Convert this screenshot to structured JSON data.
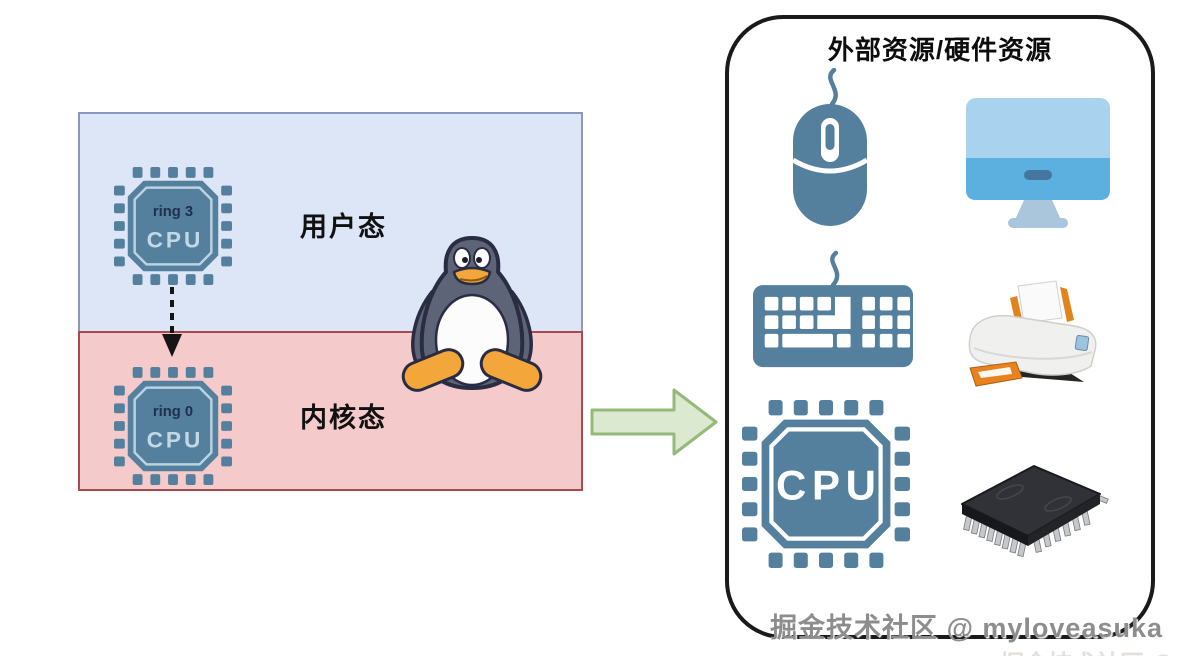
{
  "left_panel": {
    "user_mode": {
      "label": "用户态",
      "chip": {
        "ring_label": "ring 3",
        "cpu_label": "CPU"
      }
    },
    "kernel_mode": {
      "label": "内核态",
      "chip": {
        "ring_label": "ring 0",
        "cpu_label": "CPU"
      }
    },
    "mascot": "linux-tux"
  },
  "right_panel": {
    "title": "外部资源/硬件资源",
    "cpu_chip_label": "CPU",
    "icons": [
      "mouse-icon",
      "monitor-icon",
      "keyboard-icon",
      "printer-icon",
      "cpu-icon",
      "memory-chip-icon"
    ]
  },
  "watermark": {
    "text": "掘金技术社区 @ myloveasuka"
  },
  "colors": {
    "user_zone_fill": "#dde6f7",
    "user_zone_border": "#8d96bd",
    "kernel_zone_fill": "#f5caca",
    "kernel_zone_border": "#a8494f",
    "chip_steel": "#54809d",
    "chip_cpu_text": "#c3d8e6",
    "chip_ring_text": "#1d3050",
    "arrow_green_fill": "#dbe9d1",
    "arrow_green_border": "#94b97a",
    "monitor_light": "#a8d2ee",
    "monitor_dark": "#5cb0e0",
    "tux_body": "#5d6478",
    "tux_orange": "#f3a73a",
    "panel_border": "#1a1a1a",
    "watermark_gray": "#8d8d8d"
  }
}
